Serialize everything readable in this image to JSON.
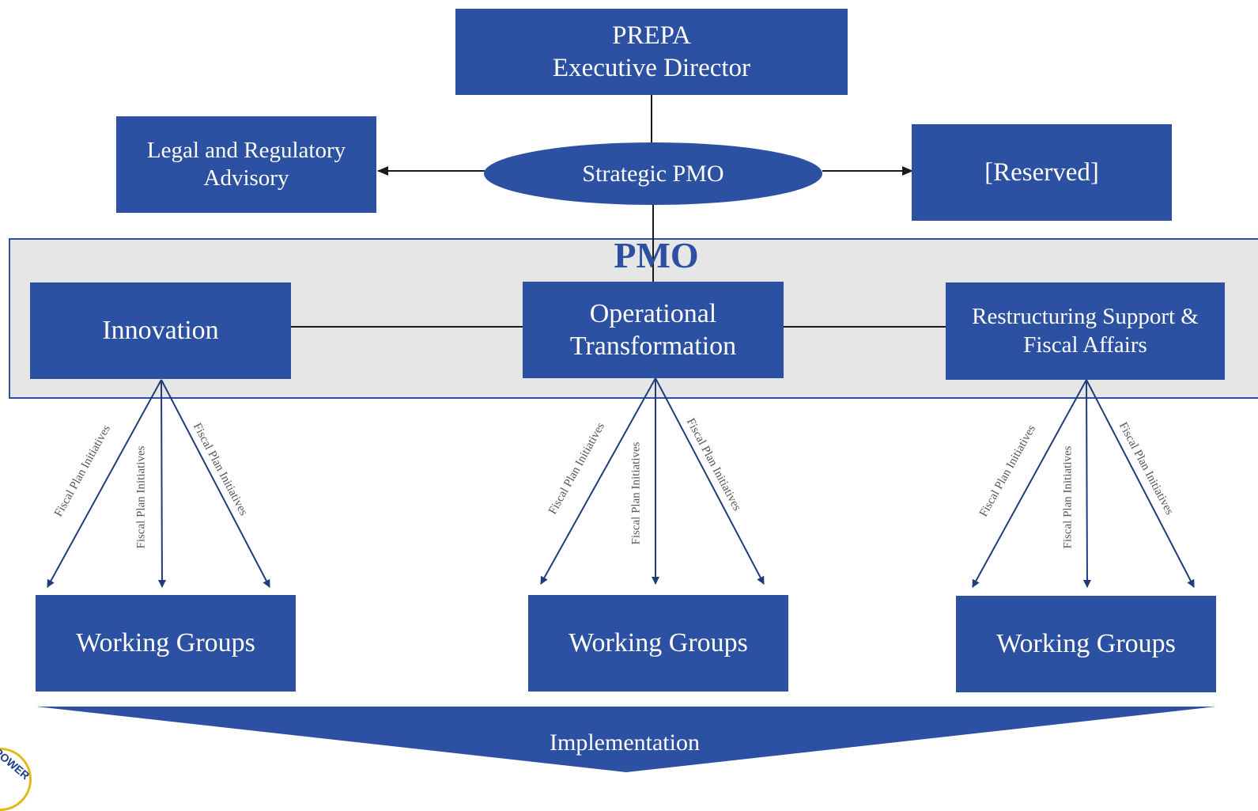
{
  "top": {
    "line1": "PREPA",
    "line2": "Executive Director"
  },
  "legal": {
    "line1": "Legal and Regulatory",
    "line2": "Advisory"
  },
  "strategic": {
    "label": "Strategic PMO"
  },
  "reserved": {
    "label": "[Reserved]"
  },
  "pmo": {
    "title": "PMO"
  },
  "workstreams": {
    "innovation": "Innovation",
    "ops_line1": "Operational",
    "ops_line2": "Transformation",
    "restr_line1": "Restructuring Support &",
    "restr_line2": "Fiscal Affairs"
  },
  "arrow_label": "Fiscal Plan Initiatives",
  "working_groups": [
    "Working Groups",
    "Working Groups",
    "Working Groups"
  ],
  "implementation": {
    "label": "Implementation"
  },
  "logo": {
    "text": "POWER",
    "border_color": "#e3b81c"
  },
  "colors": {
    "box": "#2c50a2",
    "band": "#e6e6e6",
    "line": "#1a1a1a",
    "arrow": "#1f3d7a"
  }
}
